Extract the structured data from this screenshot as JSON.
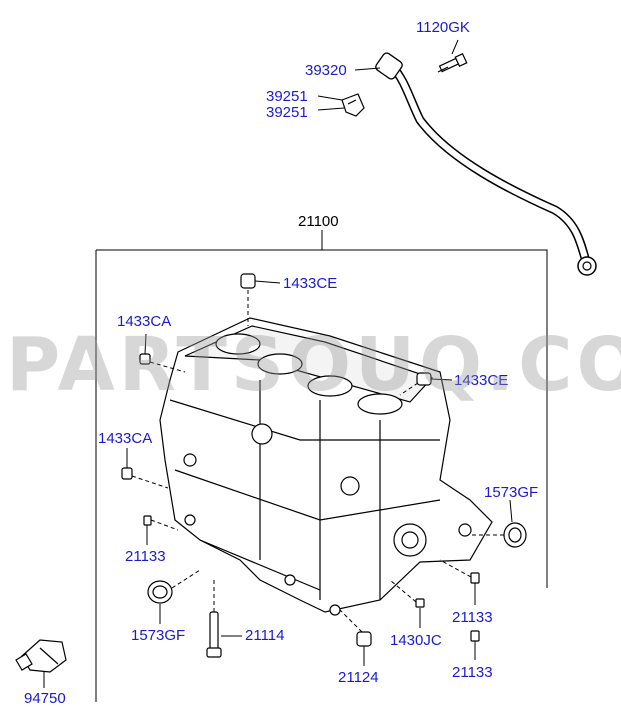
{
  "parts": {
    "p1120gk": "1120GK",
    "p39320": "39320",
    "p39251_a": "39251",
    "p39251_b": "39251",
    "p21100": "21100",
    "p1433ce_top": "1433CE",
    "p1433ca_upper": "1433CA",
    "p1433ce_right": "1433CE",
    "p1433ca_lower": "1433CA",
    "p1573gf_right": "1573GF",
    "p21133_left": "21133",
    "p21133_right": "21133",
    "p1573gf_left": "1573GF",
    "p21114": "21114",
    "p1430jc": "1430JC",
    "p21124": "21124",
    "p21133_bottom": "21133",
    "p94750": "94750"
  },
  "watermark": "PARTSOUQ.COM",
  "colors": {
    "label": "#1a1ad0",
    "line": "#000000",
    "watermark": "#9a9a9a"
  }
}
